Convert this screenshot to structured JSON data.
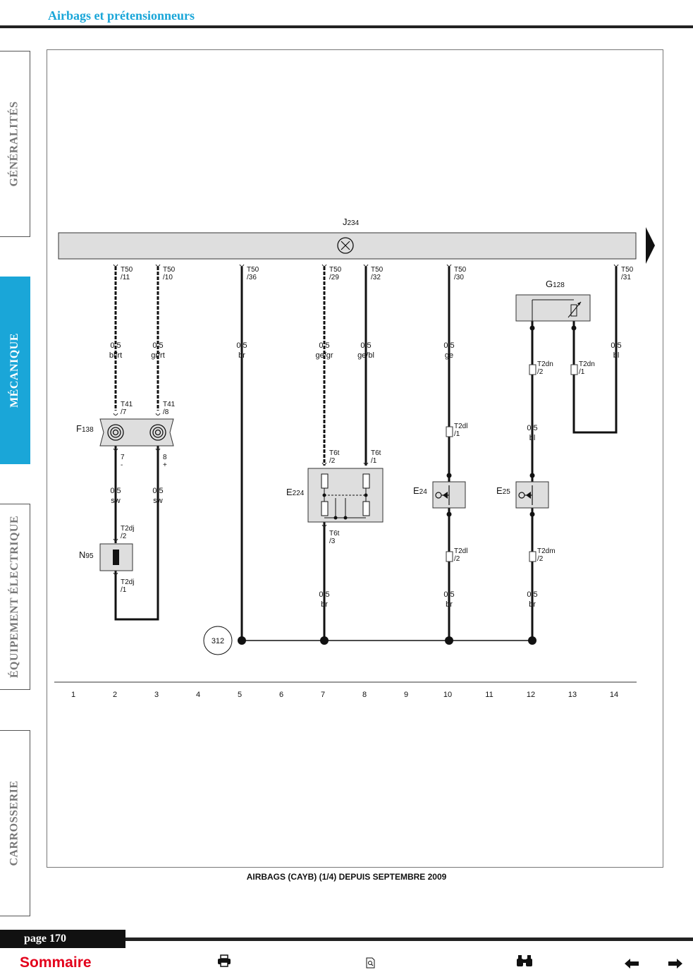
{
  "header": {
    "title": "Airbags et prétensionneurs"
  },
  "tabs": [
    {
      "label": "GÉNÉRALITÉS",
      "active": false
    },
    {
      "label": "MÉCANIQUE",
      "active": true
    },
    {
      "label": "ÉQUIPEMENT ÉLECTRIQUE",
      "active": false
    },
    {
      "label": "CARROSSERIE",
      "active": false
    }
  ],
  "diagram": {
    "caption": "AIRBAGS (CAYB) (1/4) DEPUIS SEPTEMBRE 2009",
    "module_label": "J",
    "module_sub": "234",
    "ground_ref": "312",
    "components": {
      "F138": {
        "main": "F",
        "sub": "138"
      },
      "N95": {
        "main": "N",
        "sub": "95"
      },
      "E224": {
        "main": "E",
        "sub": "224"
      },
      "E24": {
        "main": "E",
        "sub": "24"
      },
      "E25": {
        "main": "E",
        "sub": "25"
      },
      "G128": {
        "main": "G",
        "sub": "128"
      }
    },
    "connectors": {
      "t50_11": [
        "T50",
        "/11"
      ],
      "t50_10": [
        "T50",
        "/10"
      ],
      "t50_36": [
        "T50",
        "/36"
      ],
      "t50_29": [
        "T50",
        "/29"
      ],
      "t50_32": [
        "T50",
        "/32"
      ],
      "t50_30": [
        "T50",
        "/30"
      ],
      "t50_31": [
        "T50",
        "/31"
      ],
      "t41_7": [
        "T41",
        "/7"
      ],
      "t41_8": [
        "T41",
        "/8"
      ],
      "f138_7": [
        "7",
        "-"
      ],
      "f138_8": [
        "8",
        "+"
      ],
      "t2dj_2": [
        "T2dj",
        "/2"
      ],
      "t2dj_1": [
        "T2dj",
        "/1"
      ],
      "t6t_2": [
        "T6t",
        "/2"
      ],
      "t6t_1": [
        "T6t",
        "/1"
      ],
      "t6t_3": [
        "T6t",
        "/3"
      ],
      "t2dl_1": [
        "T2dl",
        "/1"
      ],
      "t2dl_2": [
        "T2dl",
        "/2"
      ],
      "t2dm_2": [
        "T2dm",
        "/2"
      ],
      "t2dn_2": [
        "T2dn",
        "/2"
      ],
      "t2dn_1": [
        "T2dn",
        "/1"
      ]
    },
    "wires": {
      "w2": [
        "0.5",
        "bl/rt"
      ],
      "w3": [
        "0.5",
        "gr/rt"
      ],
      "w5": [
        "0.5",
        "br"
      ],
      "w7": [
        "0.5",
        "ge/gr"
      ],
      "w8": [
        "0.5",
        "ge/bl"
      ],
      "w10": [
        "0.5",
        "ge"
      ],
      "w14": [
        "0.5",
        "bl"
      ],
      "w2b": [
        "0.5",
        "sw"
      ],
      "w3b": [
        "0.5",
        "sw"
      ],
      "w7b": [
        "0.5",
        "br"
      ],
      "w10b": [
        "0.5",
        "br"
      ],
      "w12b": [
        "0.5",
        "br"
      ],
      "w12m": [
        "0.5",
        "bl"
      ]
    },
    "ruler": [
      "1",
      "2",
      "3",
      "4",
      "5",
      "6",
      "7",
      "8",
      "9",
      "10",
      "11",
      "12",
      "13",
      "14"
    ]
  },
  "footer": {
    "page": "page 170",
    "sommaire": "Sommaire",
    "icons": [
      "print-icon",
      "preview-icon",
      "binoculars-icon",
      "arrow-left-icon",
      "arrow-right-icon"
    ]
  }
}
